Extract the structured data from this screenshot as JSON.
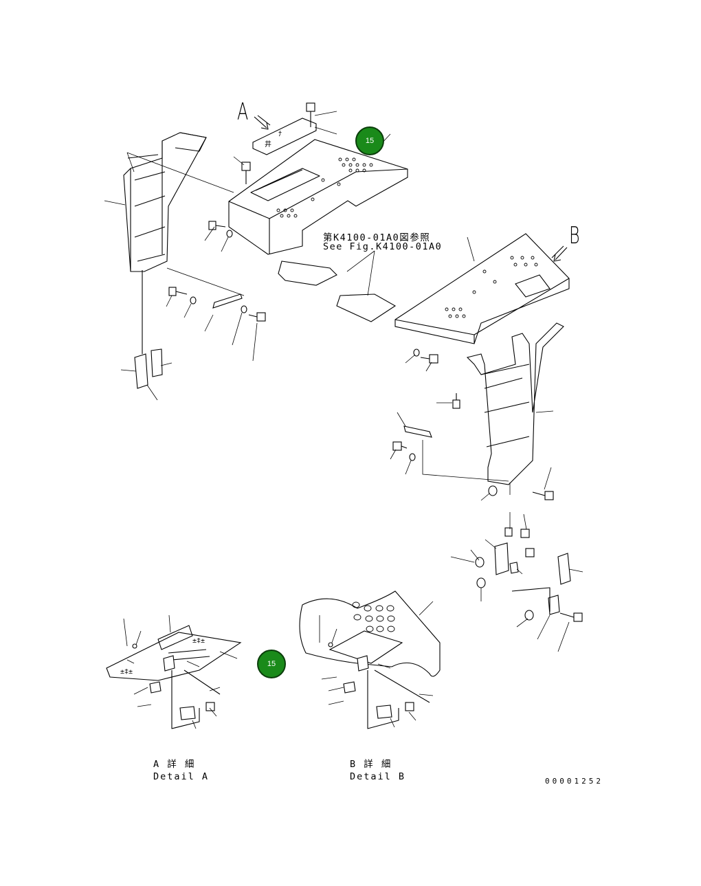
{
  "view_labels": {
    "a": "A",
    "b": "B"
  },
  "reference": {
    "jp": "第K4100-01A0図参照",
    "en": "See Fig.K4100-01A0"
  },
  "details": {
    "a_jp": "A 詳 細",
    "a_en": "Detail A",
    "b_jp": "B 詳 細",
    "b_en": "Detail B"
  },
  "callouts": [
    {
      "label": "15",
      "color": "#1a8a1a"
    },
    {
      "label": "15",
      "color": "#1a8a1a"
    }
  ],
  "drawing_code": "00001252"
}
